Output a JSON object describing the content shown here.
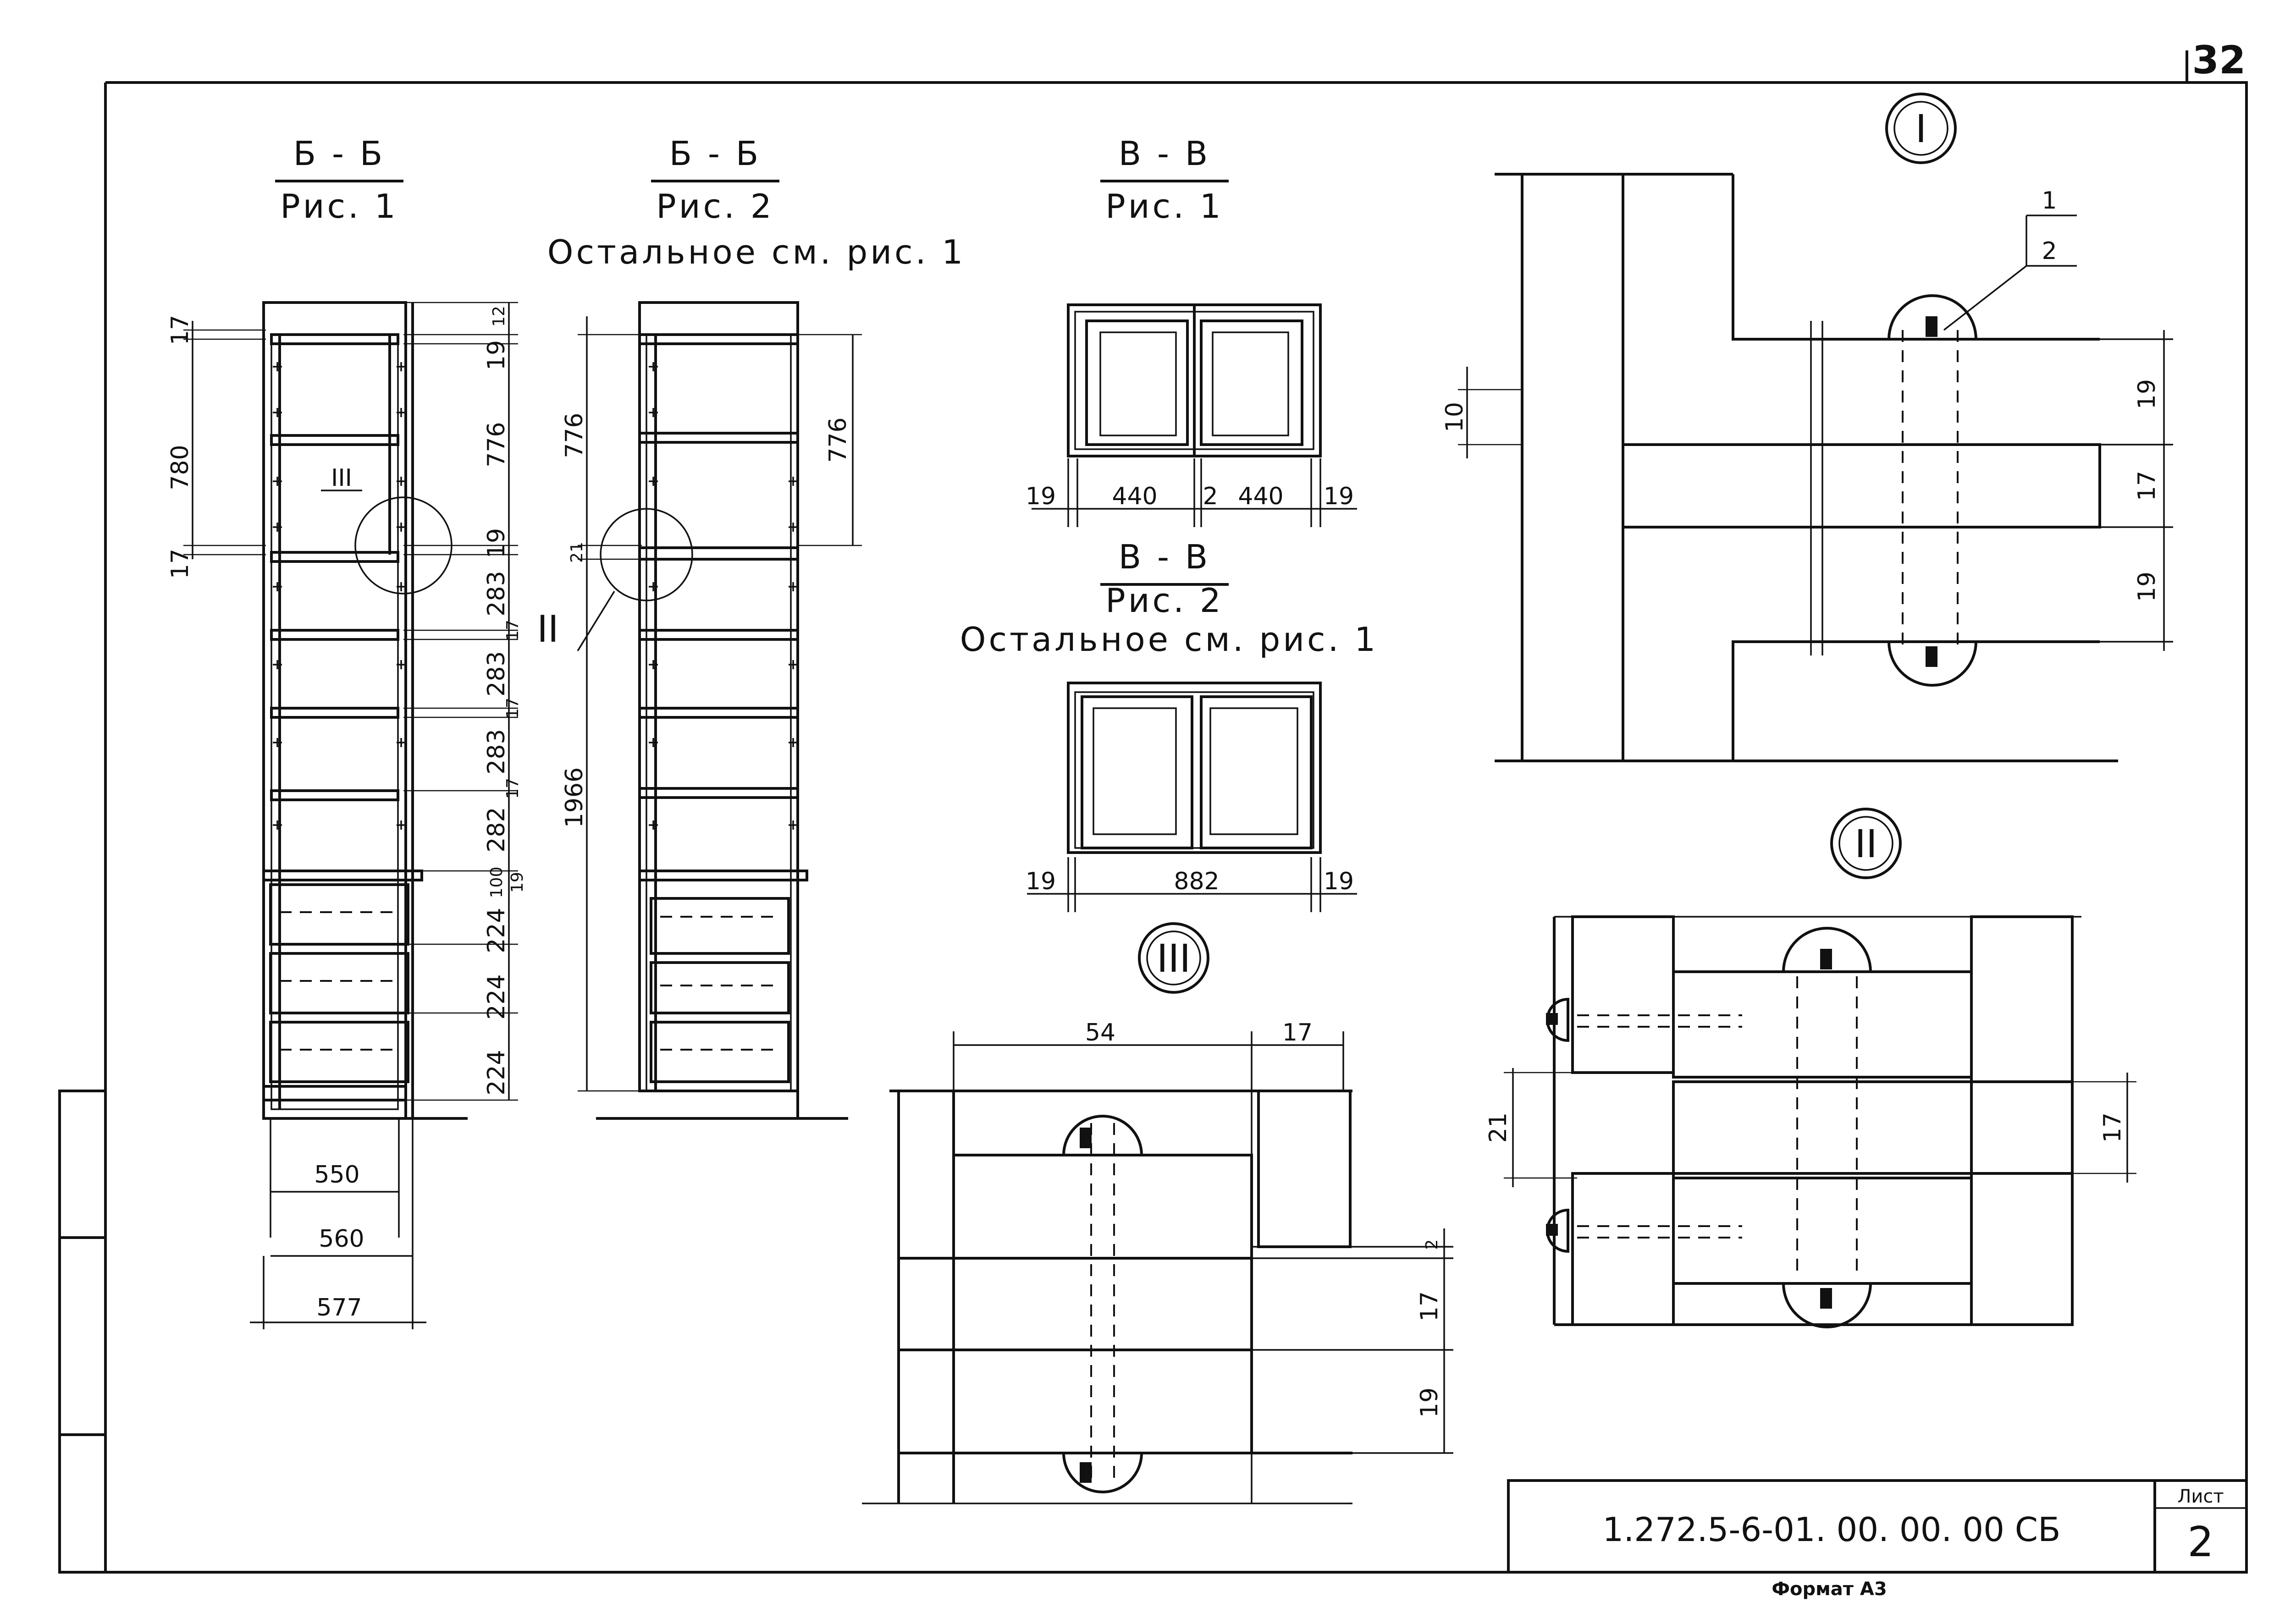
{
  "sheet": {
    "page_number": "32",
    "code": "1.272.5-6-01. 00. 00. 00 СБ",
    "list_label": "Лист",
    "list_number": "2",
    "format": "Формат А3"
  },
  "sections": {
    "bb1_title": "Б - Б",
    "bb1_sub": "Рис. 1",
    "bb2_title": "Б - Б",
    "bb2_sub": "Рис. 2",
    "bb2_note": "Остальное см. рис. 1",
    "vv1_title": "В - В",
    "vv1_sub": "Рис. 1",
    "vv2_title": "В - В",
    "vv2_sub": "Рис. 2",
    "vv2_note": "Остальное см. рис. 1"
  },
  "callouts": {
    "detail_I": "I",
    "detail_II": "II",
    "detail_III": "III",
    "leader_1": "1",
    "leader_2": "2"
  },
  "dims_bb1": {
    "top_17": "17",
    "d780": "780",
    "bot_17": "17",
    "r_12": "12",
    "r_19a": "19",
    "r_776": "776",
    "r_19b": "19",
    "r_283a": "283",
    "r_17a": "17",
    "r_283b": "283",
    "r_17b": "17",
    "r_283c": "283",
    "r_17c": "17",
    "r_282": "282",
    "r_100": "100",
    "r_19c": "19",
    "r_224a": "224",
    "r_224b": "224",
    "r_224c": "224",
    "w550": "550",
    "w560": "560",
    "w577": "577"
  },
  "dims_bb2": {
    "l_776": "776",
    "l_21": "21",
    "l_1966": "1966",
    "r_776": "776"
  },
  "dims_vv1": {
    "a19": "19",
    "w440a": "440",
    "gap2": "2",
    "w440b": "440",
    "b19": "19"
  },
  "dims_vv2": {
    "a19": "19",
    "w882": "882",
    "b19": "19"
  },
  "dims_d3": {
    "w54": "54",
    "w17": "17",
    "h2": "2",
    "h17": "17",
    "h19": "19"
  },
  "dims_d1": {
    "h10": "10",
    "h19a": "19",
    "h17": "17",
    "h19b": "19"
  },
  "dims_d2": {
    "h21": "21",
    "h17": "17"
  }
}
